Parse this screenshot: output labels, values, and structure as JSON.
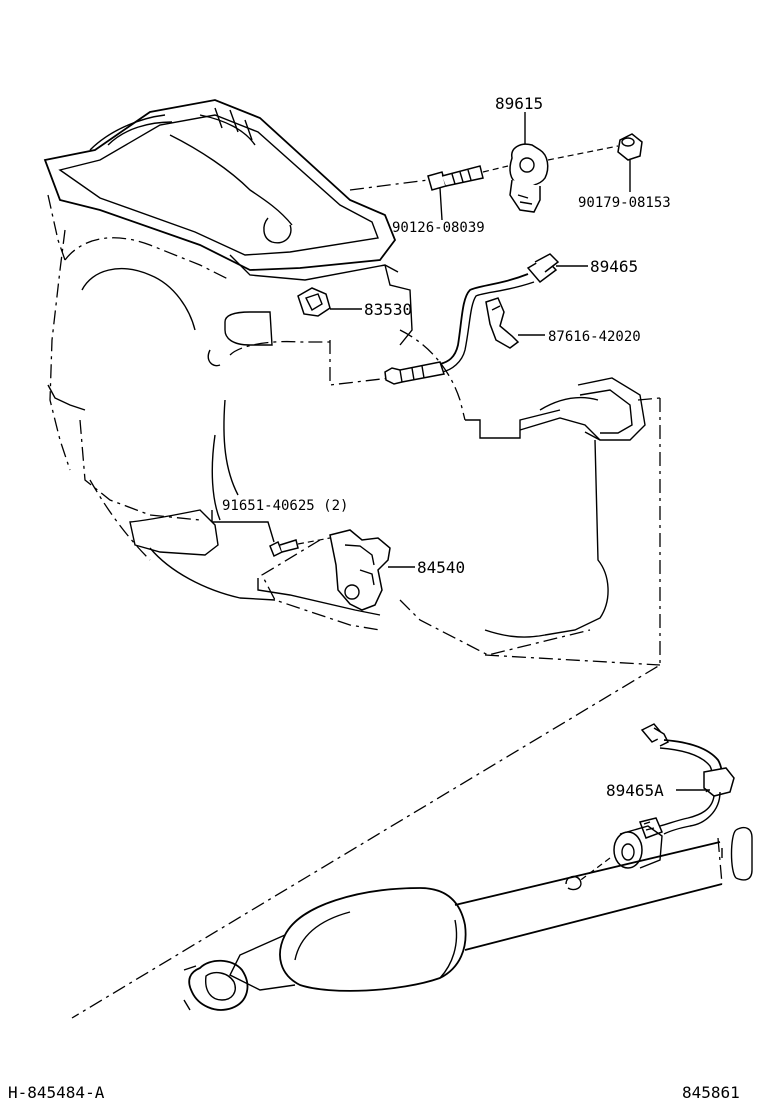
{
  "diagram": {
    "parts": {
      "knock_sensor": "89615",
      "knock_sensor_bolt": "90126-08039",
      "knock_sensor_nut": "90179-08153",
      "oxygen_sensor": "89465",
      "oxygen_sensor_clamp": "87616-42020",
      "oil_pressure_switch": "83530",
      "neutral_start_switch_bolt": "91651-40625 (2)",
      "neutral_start_switch": "84540",
      "oxygen_sensor_rear": "89465A"
    },
    "footer": {
      "illustration_code": "H-845484-A",
      "page_code": "845861"
    }
  }
}
